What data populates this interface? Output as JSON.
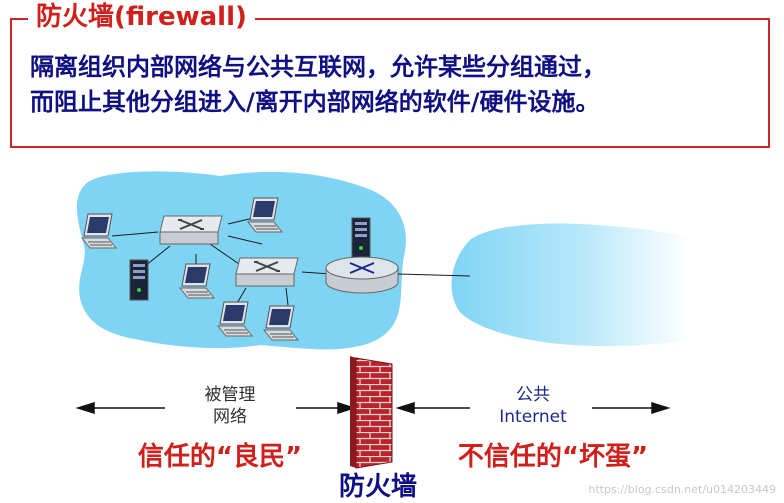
{
  "definition": {
    "title": "防火墙(firewall)",
    "lines": [
      "隔离组织内部网络与公共互联网，允许某些分组通过，",
      "而阻止其他分组进入/离开内部网络的软件/硬件设施。"
    ]
  },
  "diagram": {
    "inside_label": [
      "被管理",
      "网络"
    ],
    "outside_label": [
      "公共",
      "Internet"
    ],
    "inside_trust": "信任的“良民”",
    "outside_trust": "不信任的“坏蛋”",
    "firewall_label": "防火墙"
  },
  "watermark": "https://blog.csdn.net/u014203449",
  "colors": {
    "accent_red": "#d0201c",
    "text_blue": "#101085",
    "cloud_blue": "#7fd4f4"
  }
}
